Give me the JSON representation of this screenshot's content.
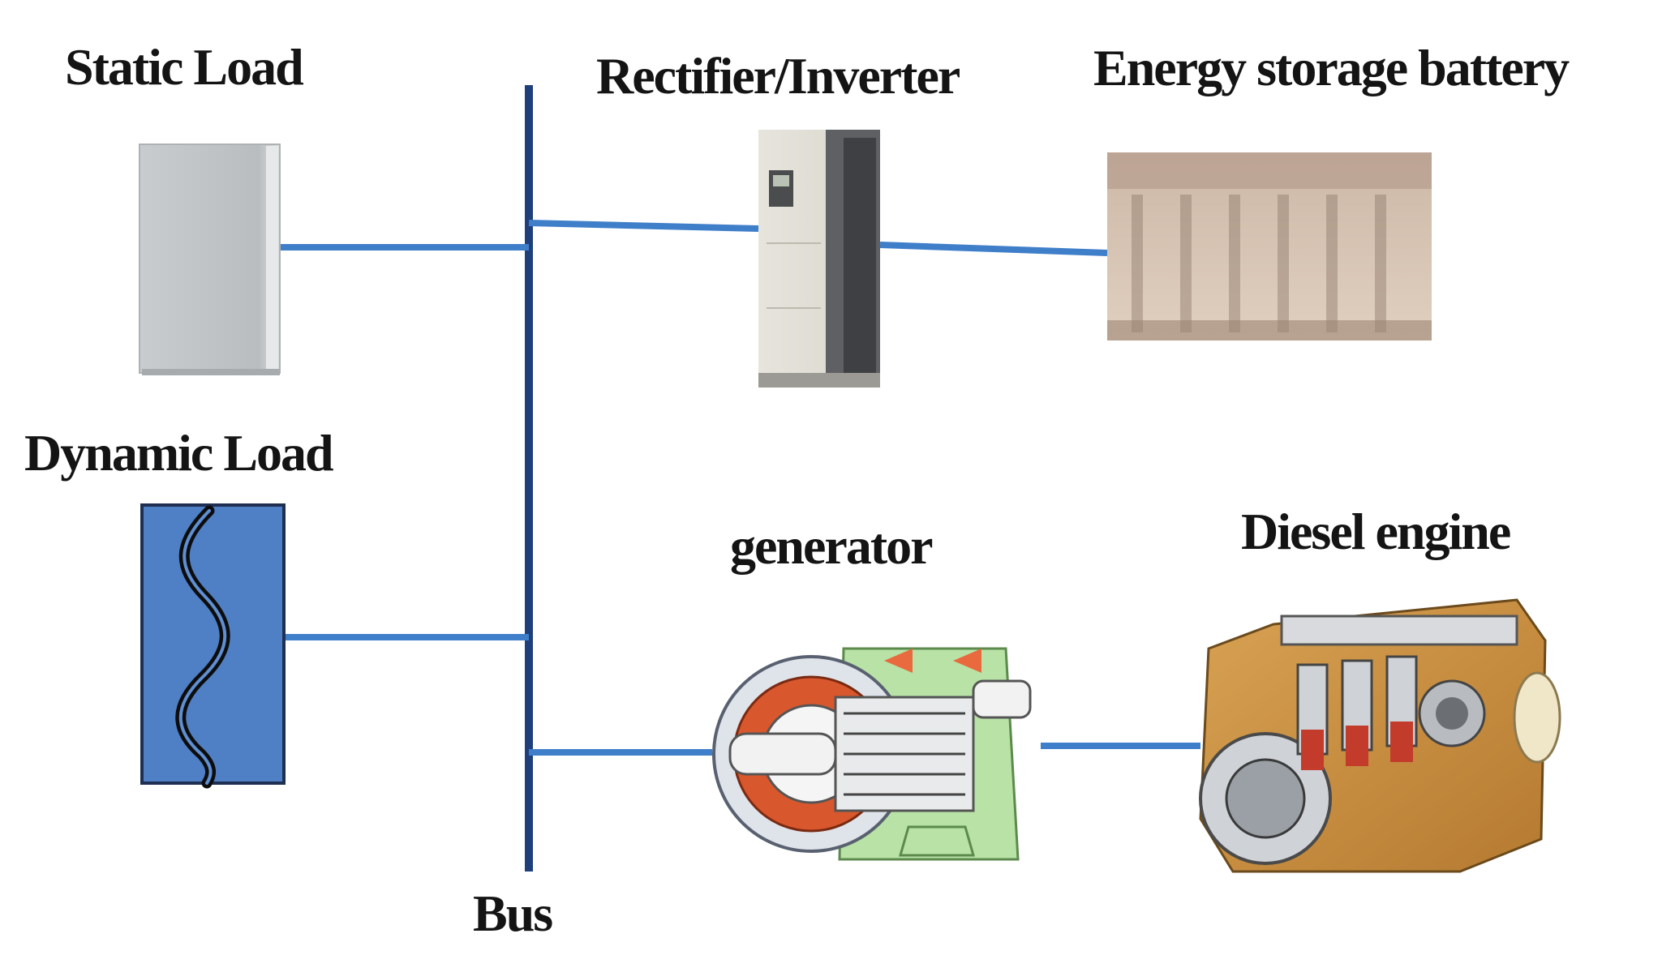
{
  "labels": {
    "static_load": "Static Load",
    "dynamic_load": "Dynamic Load",
    "rectifier_inverter": "Rectifier/Inverter",
    "energy_storage_battery": "Energy storage battery",
    "generator": "generator",
    "diesel_engine": "Diesel engine",
    "bus": "Bus"
  },
  "colors": {
    "bus_line": "#1f3f7a",
    "connector": "#3f7ec9",
    "dynamic_load_fill": "#4f7fc4"
  }
}
